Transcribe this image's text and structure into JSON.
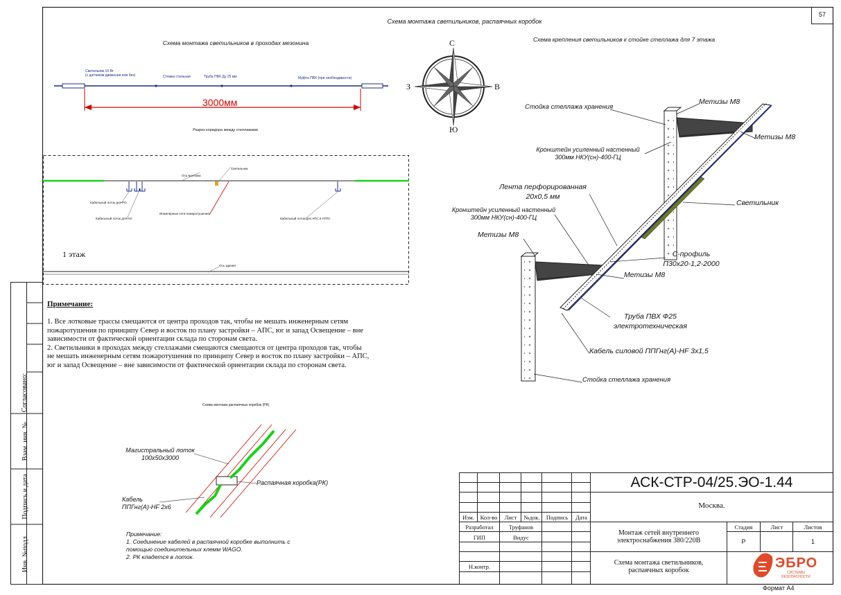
{
  "sheet": {
    "page_no": "57",
    "main_title": "Схема монтажа светильников, распаячных коробок",
    "format": "Формат А4"
  },
  "mezzanine": {
    "title": "Схема монтажа светильников в проходах мезонина",
    "label_lamp": "Светильник 10 Вт",
    "label_lamp2": "(с датчиком движения или без)",
    "label_cable": "Стяжка стальная",
    "label_pipe": "Труба ПВХ Ду 25 мм",
    "label_coupling": "Муфта ПВХ (при необходимости)",
    "dimension": "3000мм"
  },
  "compass": {
    "n": "С",
    "s": "Ю",
    "w": "З",
    "e": "В"
  },
  "corridor": {
    "title": "Разрез коридора между стеллажами",
    "floor_label": "1 этаж",
    "lbl_top_line": "Ось монтажа",
    "lbl_lamp": "Светильник",
    "lbl_tray1": "Кабельный лоток для РО",
    "lbl_tray2": "Кабельный лоток для АО",
    "lbl_networks": "Инженерные сети пожаротушения",
    "lbl_tray3": "Кабельный лоток для АПС и АТПС",
    "lbl_floor": "Ось здания"
  },
  "notes": {
    "heading": "Примечание:",
    "p1a": "1. Все лотковые трассы смещаются от центра проходов так, чтобы не мешать инженерным сетям",
    "p1b": "пожаротушения по принципу Север и восток по плану застройки – АПС, юг и запад Освещение – вне",
    "p1c": "зависимости от фактической ориентации склада по сторонам света.",
    "p2a": "2. Светильники в проходах между стеллажами смещаются смещаются от центра проходов так, чтобы",
    "p2b": "не мешать инженерным сетям пожаротушения по принципу Север и восток по плану застройки – АПС,",
    "p2c": "юг и запад Освещение – вне зависимости от фактической ориентации склада по сторонам света."
  },
  "rack_scheme": {
    "title": "Схема крепления светильников к стойке стеллажа для 7 этажа",
    "stand_top": "Стойка стеллажа хранения",
    "hw1": "Метизы М8",
    "hw2": "Метизы М8",
    "bracket1a": "Кронштейн усиленный настенный",
    "bracket1b": "300мм НКУ(сн)-400-ГЦ",
    "tape_a": "Лента перфорированная",
    "tape_b": "20х0,5 мм",
    "lamp": "Светильник",
    "bracket2a": "Кронштейн усиленный настенный",
    "bracket2b": "300мм НКУ(сн)-400-ГЦ",
    "hw3": "Метизы М8",
    "cprof_a": "С-профиль",
    "cprof_b": "П30х20-1,2-2000",
    "hw4": "Метизы М8",
    "pipe_a": "Труба ПВХ Ф25",
    "pipe_b": "электротехническая",
    "cable": "Кабель силовой ППГнг(А)-HF 3х1,5",
    "stand_bottom": "Стойка стеллажа хранения"
  },
  "box_scheme": {
    "title": "Схема монтажа распаячных коробок (РК)",
    "tray_a": "Магистральный лоток",
    "tray_b": "100х50х3000",
    "box": "Распаячная коробка(РК)",
    "cable_a": "Кабель",
    "cable_b": "ППГнг(А)-HF 2х6",
    "note_h": "Примечание:",
    "note1a": "1. Соединение кабелей в распаячной коробке выполнить с",
    "note1b": "помощью соединительных клемм WAGO.",
    "note2": "2. РК кладется в лоток."
  },
  "side_stamp": {
    "agreed": "Согласовано:",
    "inv_replace": "Взам. инв. №",
    "sign_date": "Подпись и дата",
    "inv_orig": "Инв. №подл."
  },
  "title_block": {
    "code": "АСК-СТР-04/25.ЭО-1.44",
    "city": "Москва.",
    "cols": [
      "Изм.",
      "Кол-во",
      "Лист",
      "№док.",
      "Подпись",
      "Дата"
    ],
    "role1": "Разработал",
    "name1": "Труфанов",
    "role2": "ГИП",
    "name2": "Видус",
    "role3": "Н.контр.",
    "project_a": "Монтаж сетей внутреннего",
    "project_b": "электроснабжения 380/220В",
    "stage_h": "Стадия",
    "sheet_h": "Лист",
    "sheets_h": "Листов",
    "stage": "Р",
    "sheets": "1",
    "drawing_a": "Схема монтажа светильников,",
    "drawing_b": "распаячных коробок",
    "logo_main": "ЭБРО",
    "logo_sub1": "СИСТЕМЫ",
    "logo_sub2": "БЕЗОПАСНОСТИ"
  }
}
